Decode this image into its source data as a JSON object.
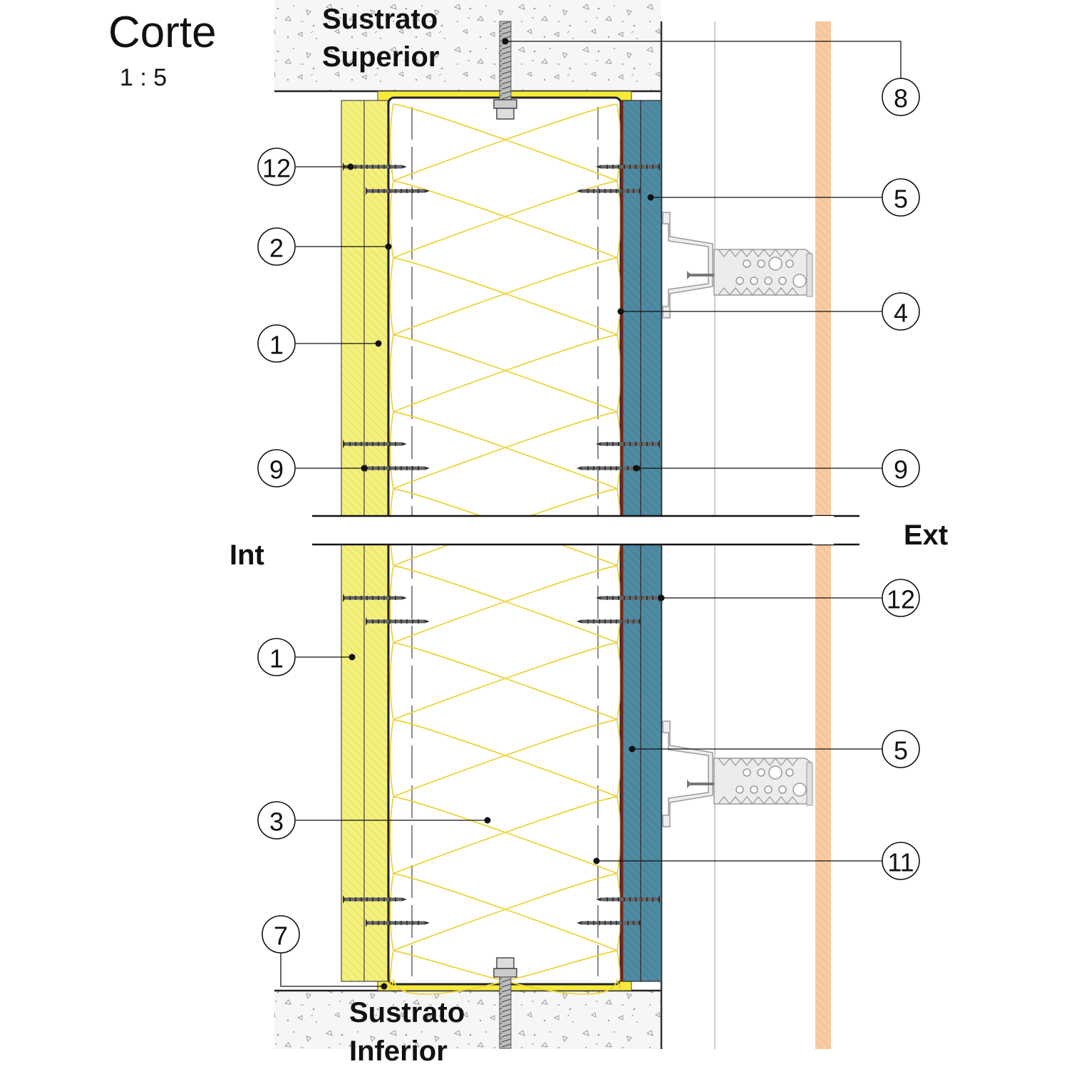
{
  "title": "Corte",
  "scale": "1 : 5",
  "labels": {
    "substrate_top": [
      "Sustrato",
      "Superior"
    ],
    "substrate_bottom": [
      "Sustrato",
      "Inferior"
    ],
    "interior": "Int",
    "exterior": "Ext"
  },
  "callouts": [
    {
      "id": "left-12",
      "text": "12"
    },
    {
      "id": "left-2",
      "text": "2"
    },
    {
      "id": "left-1a",
      "text": "1"
    },
    {
      "id": "left-9",
      "text": "9"
    },
    {
      "id": "left-1b",
      "text": "1"
    },
    {
      "id": "left-3",
      "text": "3"
    },
    {
      "id": "left-7",
      "text": "7"
    },
    {
      "id": "right-8",
      "text": "8"
    },
    {
      "id": "right-5a",
      "text": "5"
    },
    {
      "id": "right-4",
      "text": "4"
    },
    {
      "id": "right-9",
      "text": "9"
    },
    {
      "id": "right-12",
      "text": "12"
    },
    {
      "id": "right-5b",
      "text": "5"
    },
    {
      "id": "right-11",
      "text": "11"
    }
  ],
  "colors": {
    "gypsum_board": "#f3ef7a",
    "exterior_board": "#4f8aa3",
    "insulation": "#f2dc4a",
    "track": "#f7ea3a",
    "cladding": "#f7c9a0",
    "concrete_dots": "#999999"
  }
}
